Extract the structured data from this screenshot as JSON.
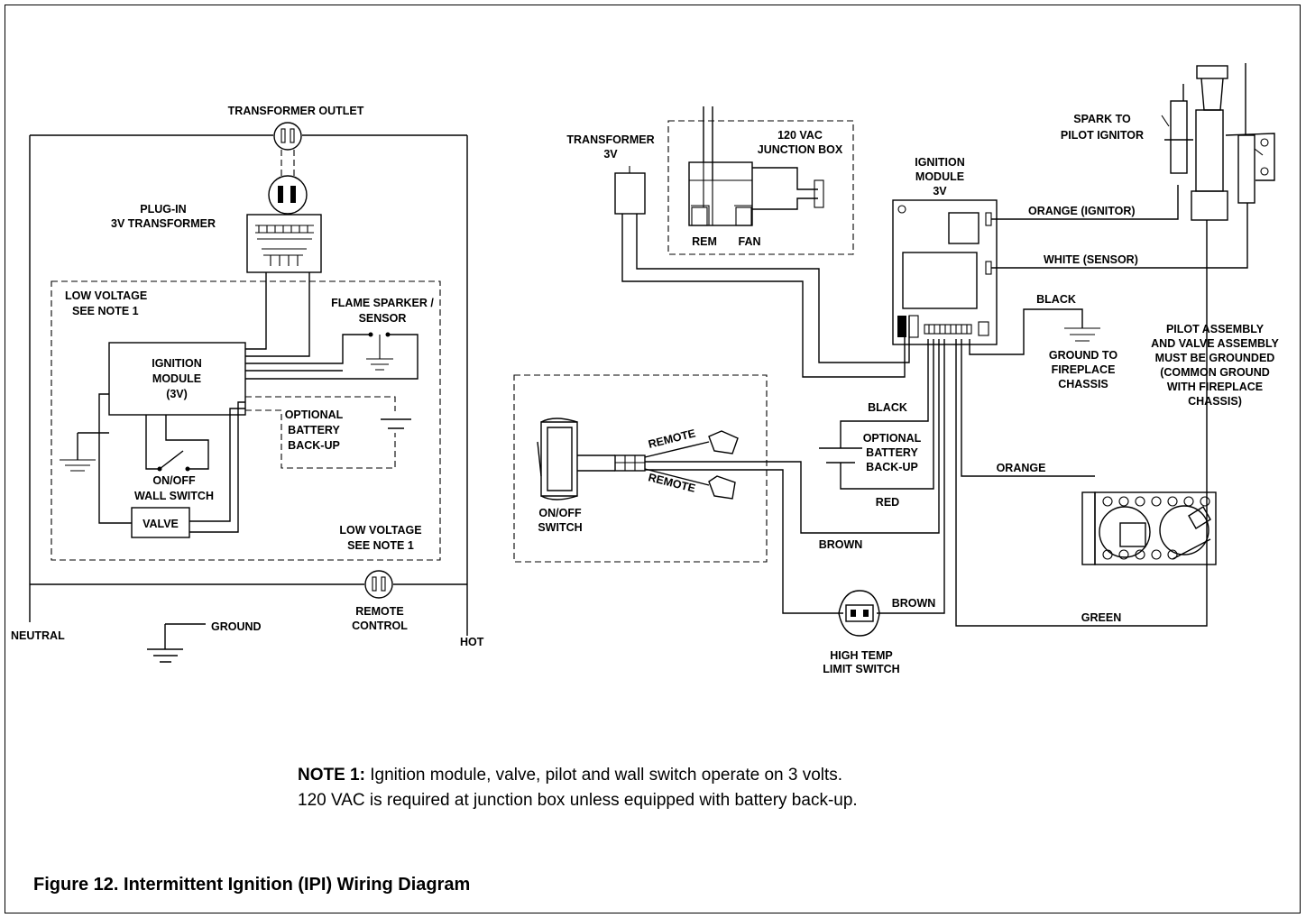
{
  "labels": {
    "transformer_outlet": "TRANSFORMER OUTLET",
    "plugin_l1": "PLUG-IN",
    "plugin_l2": "3V TRANSFORMER",
    "low_voltage_tl1": "LOW VOLTAGE",
    "low_voltage_tl2": "SEE NOTE 1",
    "flame_sparker_l1": "FLAME SPARKER /",
    "flame_sparker_l2": "SENSOR",
    "ign_left_l1": "IGNITION",
    "ign_left_l2": "MODULE",
    "ign_left_l3": "(3V)",
    "opt_batt_left_l1": "OPTIONAL",
    "opt_batt_left_l2": "BATTERY",
    "opt_batt_left_l3": "BACK-UP",
    "wall_switch_l1": "ON/OFF",
    "wall_switch_l2": "WALL SWITCH",
    "valve": "VALVE",
    "low_voltage_br_l1": "LOW VOLTAGE",
    "low_voltage_br_l2": "SEE NOTE 1",
    "neutral": "NEUTRAL",
    "ground": "GROUND",
    "remote_control_l1": "REMOTE",
    "remote_control_l2": "CONTROL",
    "hot": "HOT",
    "transformer_right_l1": "TRANSFORMER",
    "transformer_right_l2": "3V",
    "junction_l1": "120 VAC",
    "junction_l2": "JUNCTION BOX",
    "rem": "REM",
    "fan": "FAN",
    "ign_right_l1": "IGNITION",
    "ign_right_l2": "MODULE",
    "ign_right_l3": "3V",
    "spark_l1": "SPARK TO",
    "spark_l2": "PILOT  IGNITOR",
    "orange_ignitor": "ORANGE  (IGNITOR)",
    "white_sensor": "WHITE  (SENSOR)",
    "black_top": "BLACK",
    "ground_to_l1": "GROUND TO",
    "ground_to_l2": "FIREPLACE",
    "ground_to_l3": "CHASSIS",
    "pilot_l1": "PILOT ASSEMBLY",
    "pilot_l2": "AND VALVE ASSEMBLY",
    "pilot_l3": "MUST BE GROUNDED",
    "pilot_l4": "(COMMON GROUND",
    "pilot_l5": "WITH FIREPLACE",
    "pilot_l6": "CHASSIS)",
    "black_mid": "BLACK",
    "opt_batt_right_l1": "OPTIONAL",
    "opt_batt_right_l2": "BATTERY",
    "opt_batt_right_l3": "BACK-UP",
    "red": "RED",
    "orange": "ORANGE",
    "remote_1": "REMOTE",
    "remote_2": "REMOTE",
    "onoff_switch_l1": "ON/OFF",
    "onoff_switch_l2": "SWITCH",
    "brown_1": "BROWN",
    "brown_2": "BROWN",
    "green": "GREEN",
    "high_temp_l1": "HIGH TEMP",
    "high_temp_l2": "LIMIT SWITCH"
  },
  "note": {
    "prefix": "NOTE 1:",
    "line1": " Ignition module, valve, pilot and wall switch operate on 3 volts.",
    "line2": "120 VAC is required at junction box unless equipped with battery back-up."
  },
  "caption": "Figure 12.  Intermittent Ignition (IPI) Wiring Diagram"
}
